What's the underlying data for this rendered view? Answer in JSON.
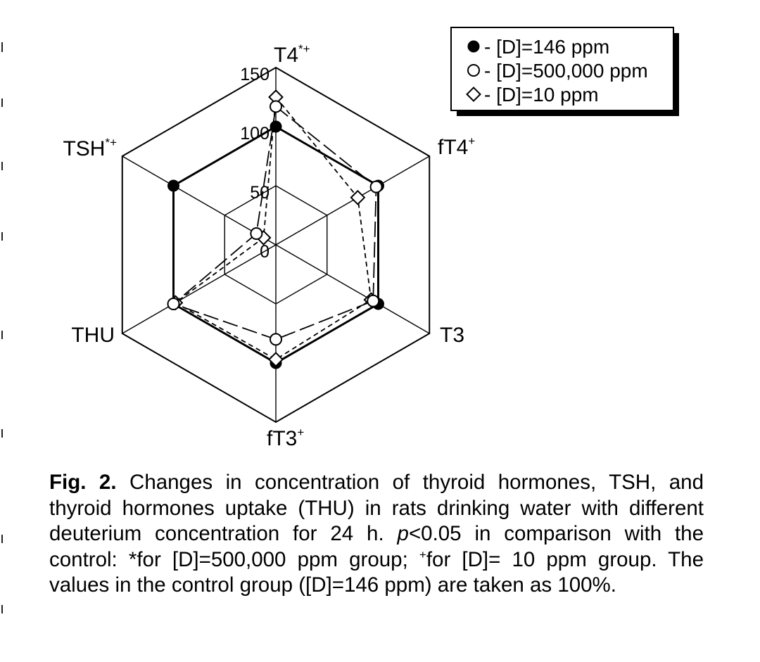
{
  "chart_data": {
    "type": "radar",
    "axes": [
      {
        "label": "T4",
        "marks": "*+"
      },
      {
        "label": "fT4",
        "marks": "+"
      },
      {
        "label": "T3",
        "marks": ""
      },
      {
        "label": "fT3",
        "marks": "+"
      },
      {
        "label": "THU",
        "marks": ""
      },
      {
        "label": "TSH",
        "marks": "*+"
      }
    ],
    "rlim": [
      0,
      150
    ],
    "rticks": [
      0,
      50,
      100,
      150
    ],
    "rtick_labels": [
      "0",
      "50",
      "100",
      "150"
    ],
    "grid": true,
    "series": [
      {
        "name": "- [D]=146 ppm",
        "marker": "filled-circle",
        "line": "solid",
        "values": [
          100,
          100,
          100,
          100,
          100,
          100
        ]
      },
      {
        "name": "- [D]=500,000 ppm",
        "marker": "open-circle",
        "line": "long-dash",
        "values": [
          117,
          98,
          95,
          80,
          100,
          19
        ]
      },
      {
        "name": "- [D]=10 ppm",
        "marker": "open-diamond",
        "line": "short-dash",
        "values": [
          125,
          80,
          93,
          97,
          98,
          12
        ]
      }
    ],
    "legend": "top-right"
  },
  "caption": {
    "fig_label": "Fig. 2.",
    "text_1": " Changes in concentration of thyroid hormones, TSH, and thyroid hormones uptake (THU) in rats drinking water with different deuterium concentration for 24 h. ",
    "p_symbol": "p",
    "text_2": "<0.05 in comparison with the control: *for [D]=500,000 ppm group; ",
    "plus_mark": "+",
    "text_3": "for [D]= 10 ppm group. The values in the control group ([D]=146 ppm) are taken as 100%."
  }
}
